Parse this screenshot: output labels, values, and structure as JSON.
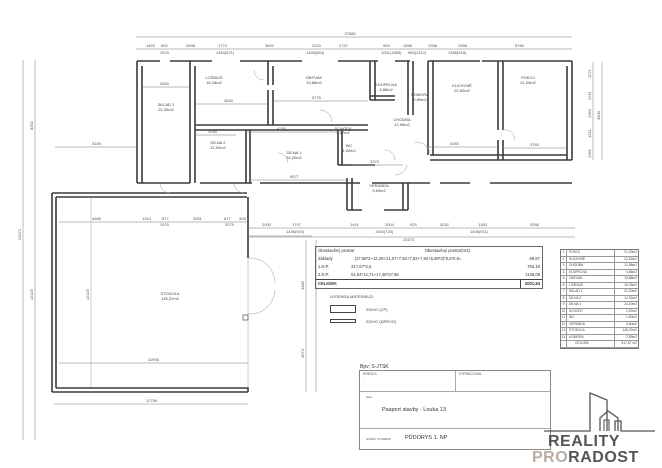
{
  "plan": {
    "overall_width": "27586",
    "top_dims": [
      "1453",
      "600",
      "2698",
      "1774",
      "3602",
      "2220",
      "2747",
      "959",
      "1558",
      "580",
      "1358",
      "1958",
      "5780"
    ],
    "top_dims_sub": [
      "1970",
      "1484(871)",
      "1450(853)",
      "1001(1585)",
      "985(1312)",
      "1356(918)"
    ],
    "left_dims": [
      "8352",
      "21071",
      "12119",
      "5169"
    ],
    "right_dims": [
      "1271",
      "1211",
      "1363",
      "1211",
      "1365",
      "4900",
      "1400(900)",
      "1400(900)"
    ],
    "lower_dims": [
      "4665",
      "1314",
      "877",
      "3351",
      "877",
      "308",
      "2000",
      "1747",
      "1441",
      "2004",
      "925",
      "3032",
      "1383",
      "5288"
    ],
    "lower_dims_sub": [
      "1970",
      "2079",
      "1436(920)",
      "1300(720)",
      "1436(911)",
      "20473"
    ],
    "barn_dims": [
      "12119",
      "11996",
      "12756",
      "4974",
      "3485"
    ],
    "other_dims": [
      "2800",
      "4830",
      "5775",
      "3413",
      "3413",
      "2461",
      "1123",
      "2060",
      "2604",
      "1006",
      "1688",
      "4053",
      "3783",
      "4285",
      "3055",
      "4166",
      "6577",
      "3370",
      "2636",
      "1743",
      "3586",
      "1225",
      "5780"
    ]
  },
  "rooms": [
    {
      "id": "sklad1",
      "name": "SKLAD 1",
      "area": "22,30m2"
    },
    {
      "id": "loznice",
      "name": "LOŽNICE",
      "area": "16,28m2"
    },
    {
      "id": "obyvak",
      "name": "OBÝVÁK",
      "area": "19,88m2"
    },
    {
      "id": "koupelna",
      "name": "KOUPELNA",
      "area": "4,86m2"
    },
    {
      "id": "komora",
      "name": "KOMORA",
      "area": "2,89m2"
    },
    {
      "id": "kuchyne",
      "name": "KUCHYNĚ",
      "area": "22,82m2"
    },
    {
      "id": "pokoj",
      "name": "POKOJ",
      "area": "21,03m2"
    },
    {
      "id": "chodba",
      "name": "CHODBA",
      "area": "12,98m2"
    },
    {
      "id": "schody",
      "name": "SCHODY",
      "area": "2,57m2"
    },
    {
      "id": "wc",
      "name": "WC",
      "area": "1,50m2"
    },
    {
      "id": "dilna2",
      "name": "DÍLNA 2",
      "area": "12,92m2"
    },
    {
      "id": "dilna1",
      "name": "DÍLNA 1",
      "area": "24,20m2"
    },
    {
      "id": "veranda",
      "name": "VERANDA",
      "area": "9,60m2"
    },
    {
      "id": "stodola",
      "name": "STODOLA",
      "area": "145,37m2"
    }
  ],
  "volume_table": {
    "header_left": "Obestavěný prostor",
    "header_right": "Obestavěný prostor(m3)",
    "rows": [
      {
        "label": "Základy",
        "formula": "(27,58*2+12,29+21,07+7,92+7,92+7,92+5,58*3)*0,6*0,9=",
        "value": "69,67"
      },
      {
        "label": "1.N.P.",
        "formula": "317,67*2,5",
        "value": "794,18"
      },
      {
        "label": "2.N.P.",
        "formula": "51,64*12,71+17,48*27,56",
        "value": "1138,09"
      }
    ],
    "total_label": "CELKEM:",
    "total_value": "2001,94"
  },
  "room_table": {
    "rows": [
      {
        "n": "1",
        "name": "POKOJ",
        "area": "21,03m2"
      },
      {
        "n": "2",
        "name": "KUCHYNĚ",
        "area": "22,82m2"
      },
      {
        "n": "3",
        "name": "CHODBA",
        "area": "12,98m2"
      },
      {
        "n": "4",
        "name": "KOUPELNA",
        "area": "4,86m2"
      },
      {
        "n": "5",
        "name": "OBÝVÁK",
        "area": "19,88m2"
      },
      {
        "n": "6",
        "name": "LOŽNICE",
        "area": "16,28m2"
      },
      {
        "n": "7",
        "name": "SKLAD 1",
        "area": "22,30m2"
      },
      {
        "n": "8",
        "name": "DÍLNA 2",
        "area": "12,92m2"
      },
      {
        "n": "9",
        "name": "DÍLNA 1",
        "area": "24,20m2"
      },
      {
        "n": "10",
        "name": "SCHODY",
        "area": "2,57m2"
      },
      {
        "n": "11",
        "name": "WC",
        "area": "1,50m2"
      },
      {
        "n": "12",
        "name": "VERANDA",
        "area": "9,60m2"
      },
      {
        "n": "13",
        "name": "STODOLA",
        "area": "145,37m2"
      },
      {
        "n": "14",
        "name": "KOMORA",
        "area": "2,89m2"
      }
    ],
    "sum_label": "CELKEM",
    "sum_value": "317,67 m2"
  },
  "legend": {
    "title": "LEGENDA MATERIÁLŮ:",
    "items": [
      {
        "label": "ZDIVO (CP)"
      },
      {
        "label": "ZDIVO (DŘEVO)"
      }
    ]
  },
  "title_block": {
    "coord_system": "Bpv; S-JTSK",
    "drew_label": "KRESLIL",
    "prepared_label": "VYPRACOVAL",
    "drew_value": "-",
    "project_small": "akce",
    "project": "Pasport stavby -  Louka 13",
    "drawing_label": "NÁZEV VÝKRESU",
    "drawing_name": "PŮDORYS 1. NP"
  },
  "logo": {
    "line1": "REALITY",
    "line2a": "PRO",
    "line2b": "RADOST",
    "pro_color": "#b9aca3",
    "main_color": "#555555"
  }
}
